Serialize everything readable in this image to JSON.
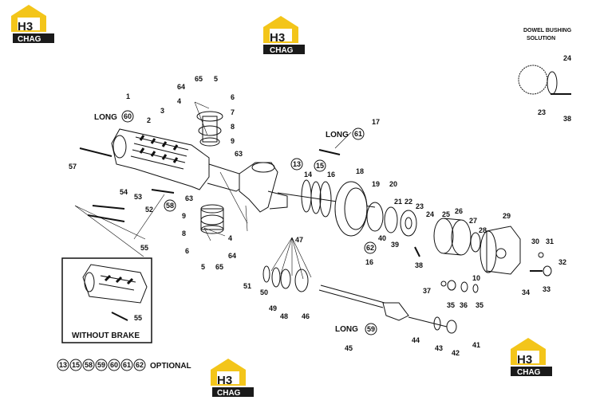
{
  "logo": {
    "mark": "H3",
    "brand": "CHAG",
    "colors": {
      "yellow": "#f3c51a",
      "black": "#1a1a1a",
      "white": "#ffffff"
    }
  },
  "note": {
    "line1": "DOWEL BUSHING",
    "line2": "SOLUTION"
  },
  "inset": {
    "title": "WITHOUT  BRAKE",
    "part": "55"
  },
  "legend": {
    "optional_text": "OPTIONAL",
    "circled": [
      "13",
      "15",
      "58",
      "59",
      "60",
      "61",
      "62"
    ]
  },
  "callouts": {
    "long": "LONG",
    "long_60": "60",
    "long_61": "61",
    "long_59": "59",
    "p1": "1",
    "p2": "2",
    "p3": "3",
    "p4": "4",
    "p4b": "4",
    "p5": "5",
    "p5b": "5",
    "p6": "6",
    "p6b": "6",
    "p7": "7",
    "p8": "8",
    "p8b": "8",
    "p9": "9",
    "p9b": "9",
    "p10": "10",
    "p13": "13",
    "p14": "14",
    "p15": "15",
    "p16": "16",
    "p16b": "16",
    "p17": "17",
    "p18": "18",
    "p19": "19",
    "p20": "20",
    "p21": "21",
    "p22": "22",
    "p23": "23",
    "p23b": "23",
    "p24": "24",
    "p24b": "24",
    "p25": "25",
    "p26": "26",
    "p27": "27",
    "p28": "28",
    "p29": "29",
    "p30": "30",
    "p31": "31",
    "p32": "32",
    "p33": "33",
    "p34": "34",
    "p35": "35",
    "p35b": "35",
    "p36": "36",
    "p37": "37",
    "p38": "38",
    "p38b": "38",
    "p39": "39",
    "p40": "40",
    "p41": "41",
    "p42": "42",
    "p43": "43",
    "p44": "44",
    "p45": "45",
    "p46": "46",
    "p47": "47",
    "p48": "48",
    "p49": "49",
    "p50": "50",
    "p51": "51",
    "p52": "52",
    "p53": "53",
    "p54": "54",
    "p55": "55",
    "p57": "57",
    "p58": "58",
    "p62": "62",
    "p63": "63",
    "p63b": "63",
    "p64": "64",
    "p64b": "64",
    "p65": "65",
    "p65b": "65"
  }
}
